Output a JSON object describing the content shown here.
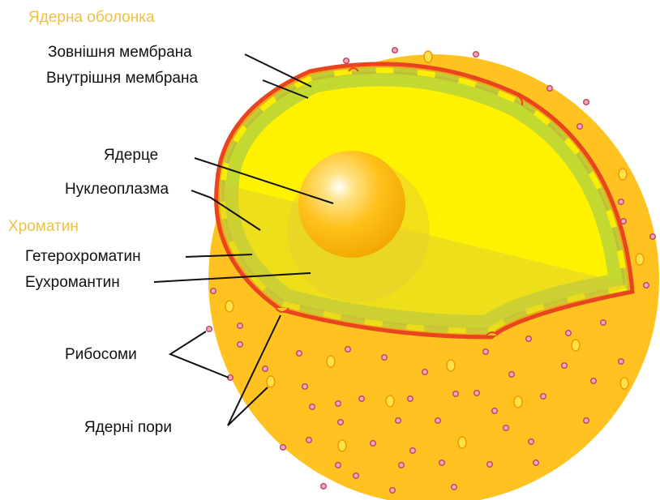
{
  "labels": {
    "nuclear_envelope_section": "Ядерна оболонка",
    "outer_membrane": "Зовнішня мембрана",
    "inner_membrane": "Внутрішня мембрана",
    "nucleolus": "Ядерце",
    "nucleoplasm": "Нуклеоплазма",
    "chromatin_section": "Хроматин",
    "heterochromatin": "Гетерохроматин",
    "euchromatin": "Еухромантин",
    "ribosomes": "Рибосоми",
    "nuclear_pores": "Ядерні пори"
  },
  "colors": {
    "section_heading": "#f0c040",
    "nucleus_surface": "#ffc220",
    "nucleoplasm": "#fff200",
    "heterochromatin": "#b8d43a",
    "membrane": "#e8451e",
    "ribosome": "#d06680",
    "nucleolus": "#ffb81c"
  }
}
